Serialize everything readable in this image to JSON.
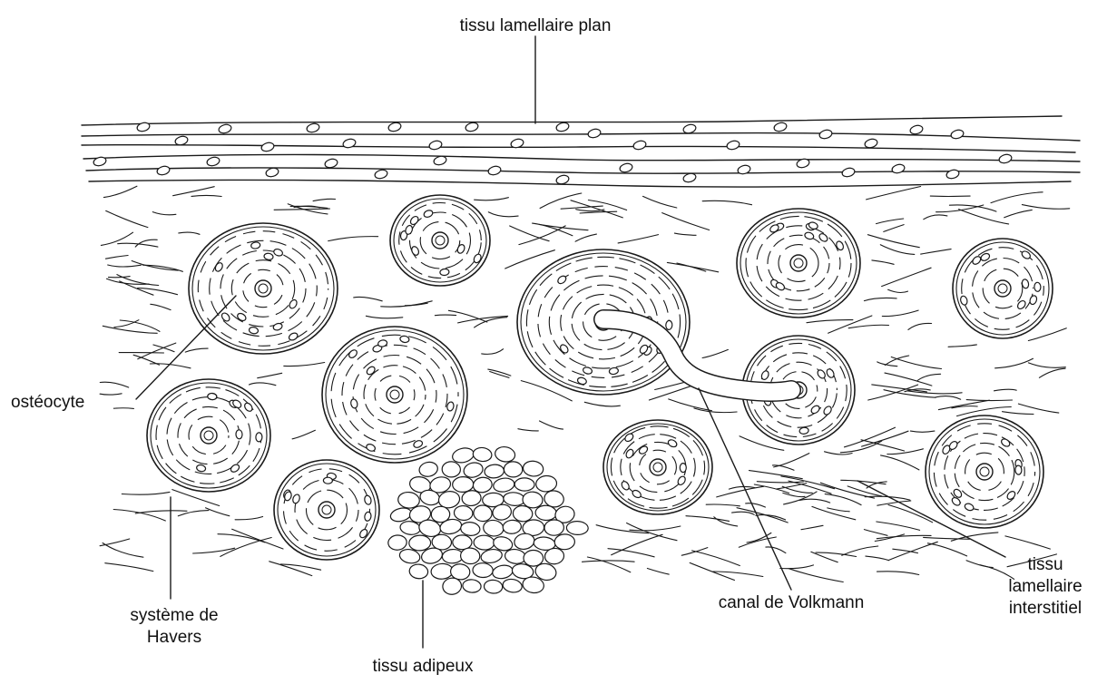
{
  "labels": {
    "plan": "tissu lamellaire plan",
    "osteocyte": "ostéocyte",
    "havers_line1": "système de",
    "havers_line2": "Havers",
    "adipeux": "tissu adipeux",
    "volkmann": "canal de Volkmann",
    "interstitiel_line1": "tissu",
    "interstitiel_line2": "lamellaire",
    "interstitiel_line3": "interstitiel"
  }
}
